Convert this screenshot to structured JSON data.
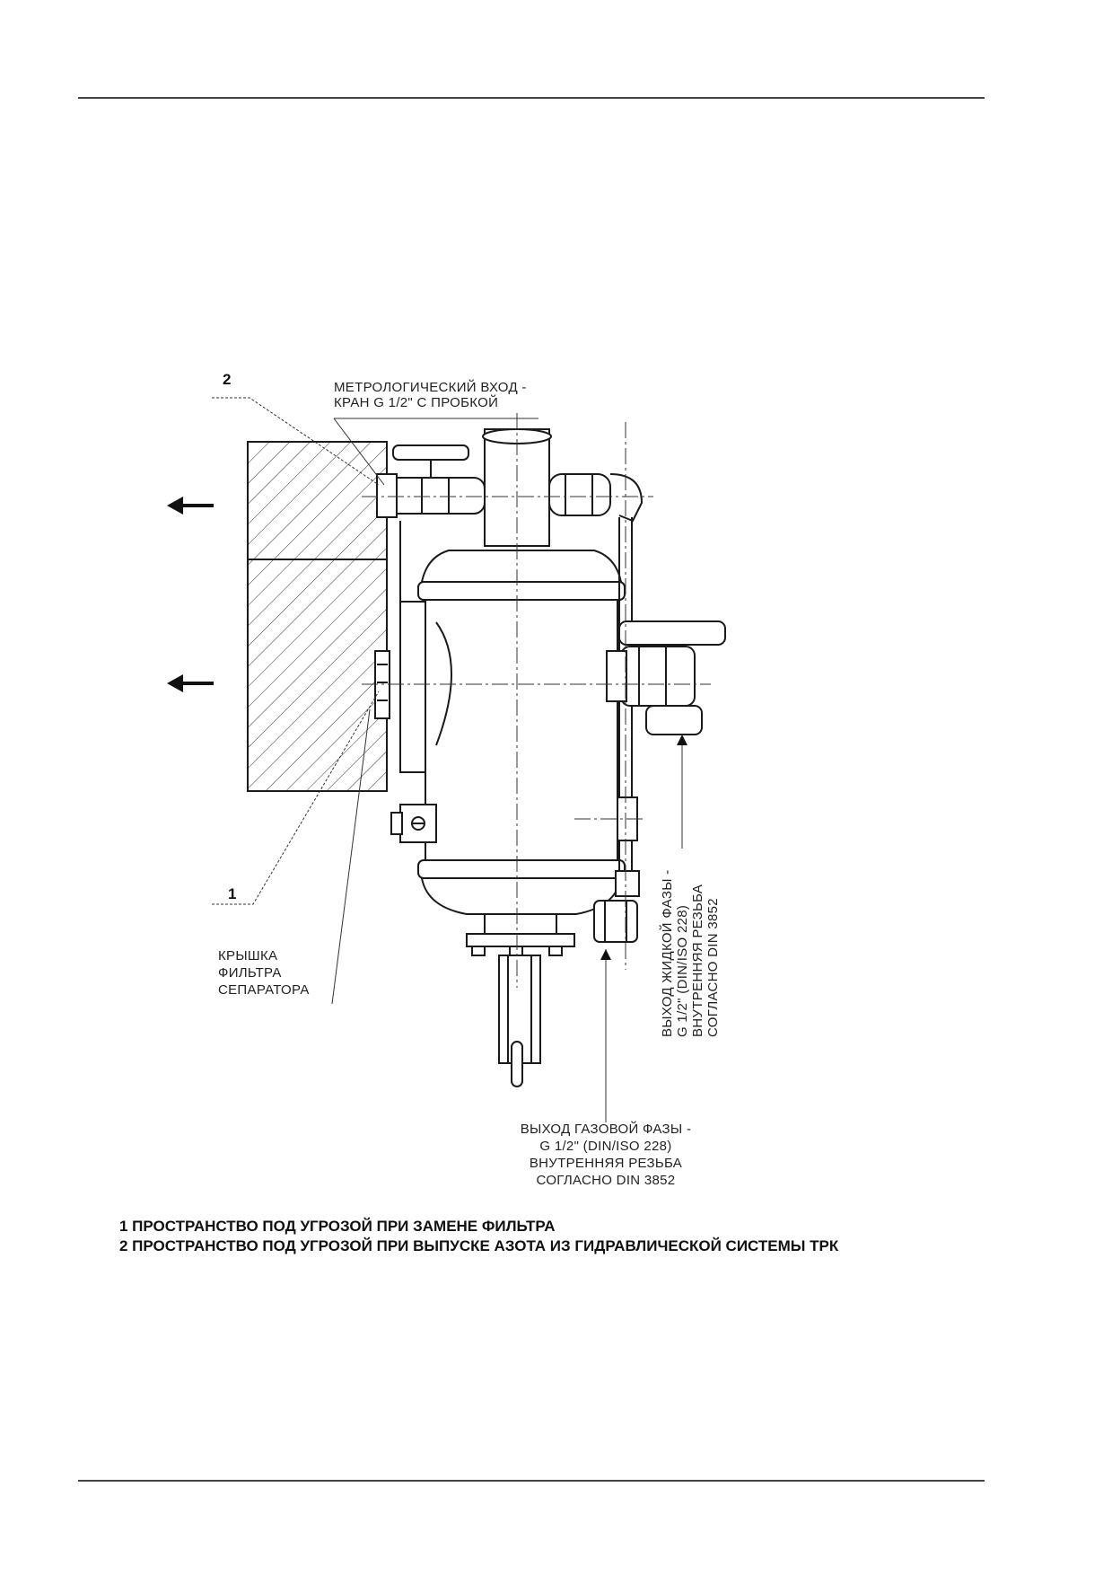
{
  "callouts": {
    "num_2": "2",
    "num_1": "1",
    "metro_line1": "МЕТРОЛОГИЧЕСКИЙ ВХОД -",
    "metro_line2": "КРАН G 1/2\" С ПРОБКОЙ",
    "cover_line1": "КРЫШКА",
    "cover_line2": "ФИЛЬТРА",
    "cover_line3": "СЕПАРАТОРА",
    "liquid_line1": "ВЫХОД ЖИДКОЙ ФАЗЫ -",
    "liquid_line2": "G 1/2\" (DIN/ISO 228)",
    "liquid_line3": "ВНУТРЕННЯЯ РЕЗЬБА",
    "liquid_line4": "СОГЛАСНО DIN 3852",
    "gas_line1": "ВЫХОД ГАЗОВОЙ ФАЗЫ -",
    "gas_line2": "G 1/2\" (DIN/ISO 228)",
    "gas_line3": "ВНУТРЕННЯЯ РЕЗЬБА",
    "gas_line4": "СОГЛАСНО DIN 3852"
  },
  "legend": {
    "item1": "1 ПРОСТРАНСТВО ПОД УГРОЗОЙ ПРИ ЗАМЕНЕ ФИЛЬТРА",
    "item2": "2 ПРОСТРАНСТВО ПОД УГРОЗОЙ ПРИ ВЫПУСКЕ АЗОТА ИЗ ГИДРАВЛИЧЕСКОЙ СИСТЕМЫ ТРК"
  },
  "colors": {
    "line": "#1a1a1a",
    "hatch": "#333333",
    "rule": "#444444"
  }
}
